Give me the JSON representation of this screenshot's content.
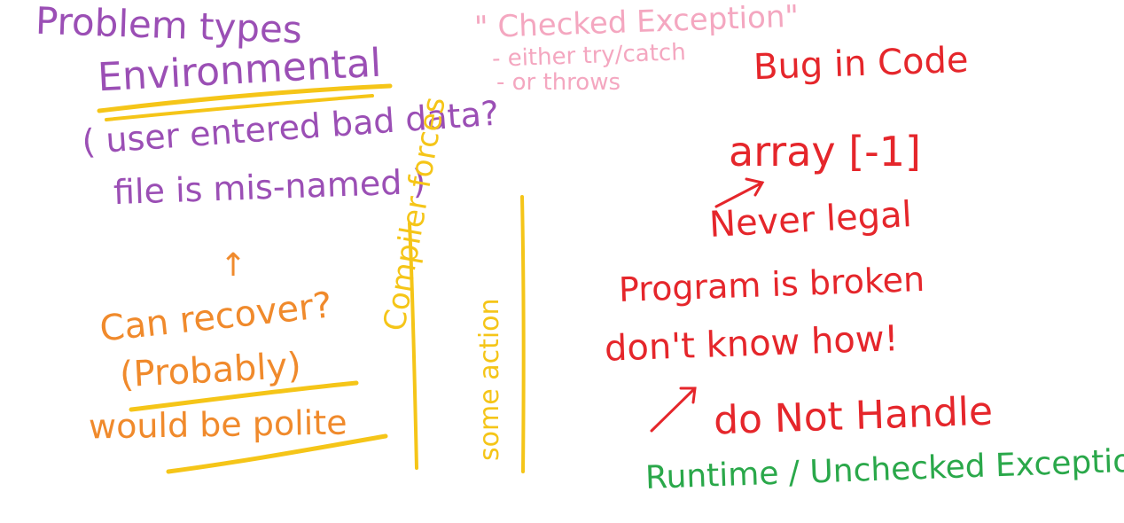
{
  "colors": {
    "purple": "#9b4fb5",
    "orange": "#f08a2c",
    "yellow": "#f5c518",
    "pink": "#f4a7c0",
    "red": "#e5262b",
    "green": "#2aa84a"
  },
  "notes": {
    "problem_types": "Problem types",
    "environmental": "Environmental",
    "env_line1": "( user entered bad data?",
    "env_line2": "file is mis-named )",
    "arrow_up": "↑",
    "can_recover": "Can recover?",
    "probably": "(Probably)",
    "would_be_polite": "would be polite",
    "compiler_forces": "Compiler forces",
    "some_action": "some action",
    "checked_exception": "\" Checked Exception\"",
    "either_try_catch": "- either try/catch",
    "or_throws": "- or throws",
    "bug_in_code": "Bug in Code",
    "array_example": "array [-1]",
    "never_legal": "Never legal",
    "program_is_broken": "Program is broken",
    "dont_know_how": "don't know how!",
    "do_not_handle": "do Not Handle",
    "runtime_unchecked": "Runtime / Unchecked Exception"
  }
}
